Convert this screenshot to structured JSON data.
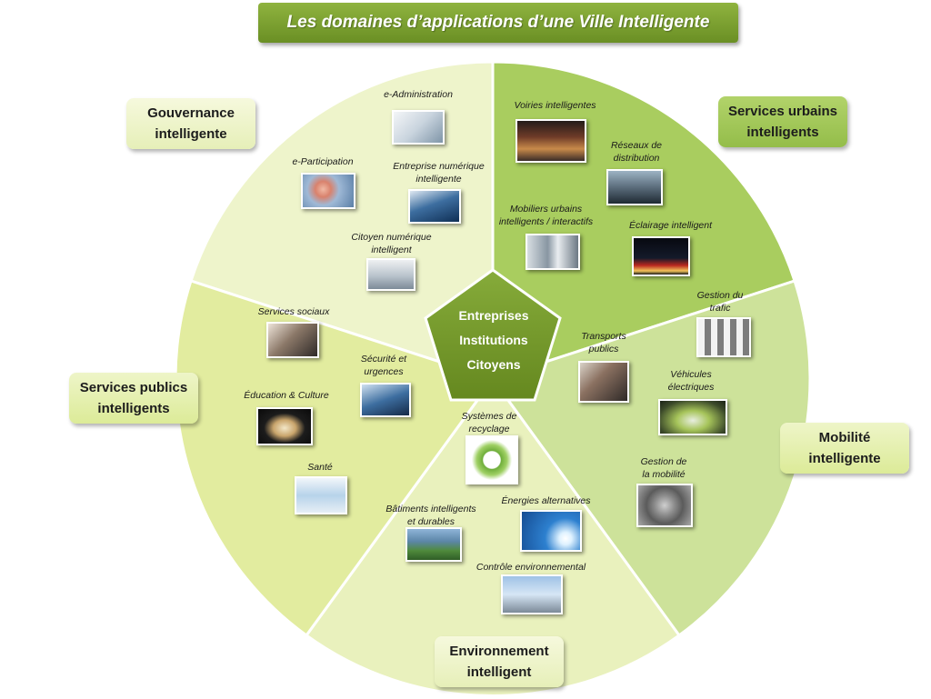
{
  "title": "Les domaines d’applications d’une Ville Intelligente",
  "center": [
    "Entreprises",
    "Institutions",
    "Citoyens"
  ],
  "domains": {
    "gouvernance": "Gouvernance\nintelligente",
    "services_urbains": "Services urbains\nintelligents",
    "mobilite": "Mobilité\nintelligente",
    "environnement": "Environnement\nintelligent",
    "services_publics": "Services publics\nintelligents"
  },
  "applications": {
    "e_administration": "e-Administration",
    "e_participation": "e-Participation",
    "entreprise_numerique": "Entreprise numérique\nintelligente",
    "citoyen_numerique": "Citoyen numérique\nintelligent",
    "voiries": "Voiries intelligentes",
    "reseaux": "Réseaux de\ndistribution",
    "mobiliers": "Mobiliers urbains\nintelligents / interactifs",
    "eclairage": "Éclairage intelligent",
    "gestion_trafic": "Gestion du\ntrafic",
    "transports": "Transports\npublics",
    "vehicules": "Véhicules\nélectriques",
    "gestion_mobilite": "Gestion de\nla mobilité",
    "recyclage": "Systèmes de\nrecyclage",
    "batiments": "Bâtiments intelligents\net durables",
    "energies": "Énergies alternatives",
    "controle": "Contrôle environnemental",
    "services_sociaux": "Services sociaux",
    "securite": "Sécurité et\nurgences",
    "education": "Éducation & Culture",
    "sante": "Santé"
  },
  "colors": {
    "gouvernance_sector": "#eef4cb",
    "services_urbains_sector": "#a9cd5f",
    "mobilite_sector": "#cde29a",
    "environnement_sector": "#e9f1bd",
    "services_publics_sector": "#e2ec9f",
    "center": "#74982c",
    "title": "#7ba33a"
  }
}
